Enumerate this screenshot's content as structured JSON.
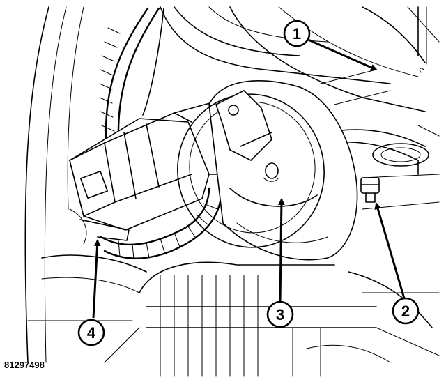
{
  "figure_id": "81297498",
  "callouts": [
    {
      "label": "1"
    },
    {
      "label": "2"
    },
    {
      "label": "3"
    },
    {
      "label": "4"
    }
  ],
  "colors": {
    "ink": "#000000",
    "paper": "#ffffff"
  }
}
